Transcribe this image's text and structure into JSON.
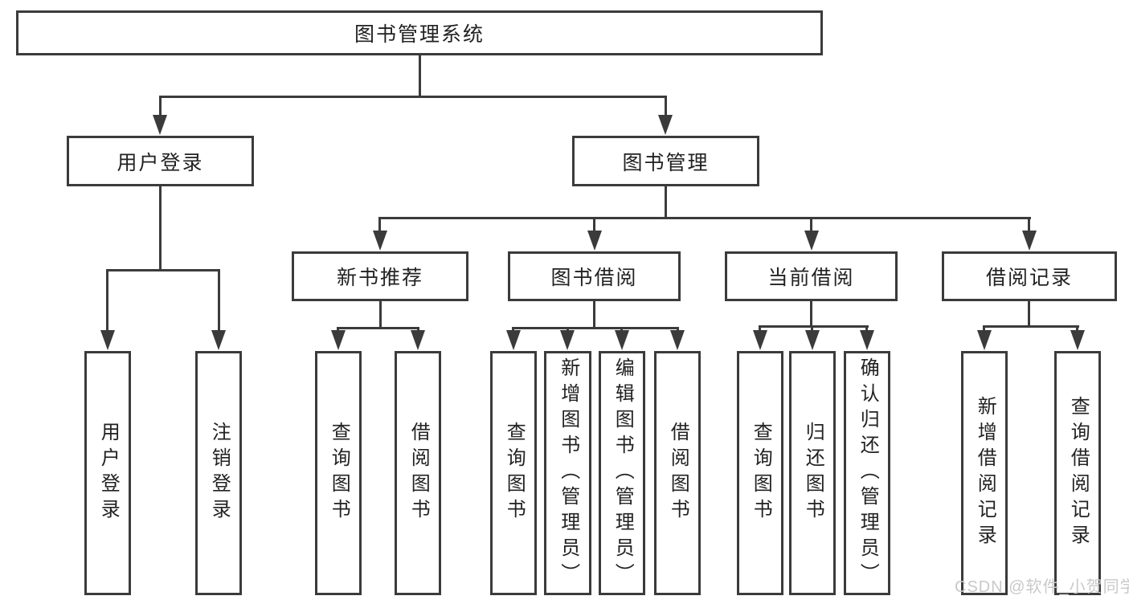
{
  "diagram": {
    "title_node": {
      "label": "图书管理系统"
    },
    "level2": [
      {
        "label": "用户登录"
      },
      {
        "label": "图书管理"
      }
    ],
    "level3": [
      {
        "label": "新书推荐"
      },
      {
        "label": "图书借阅"
      },
      {
        "label": "当前借阅"
      },
      {
        "label": "借阅记录"
      }
    ],
    "leaves": {
      "user_login": [
        "用户登录",
        "注销登录"
      ],
      "new_book_rec": [
        "查询图书",
        "借阅图书"
      ],
      "book_borrow": [
        "查询图书",
        "新增图书（管理员）",
        "编辑图书（管理员）",
        "借阅图书"
      ],
      "current_borrow": [
        "查询图书",
        "归还图书",
        "确认归还（管理员）"
      ],
      "borrow_record": [
        "新增借阅记录",
        "查询借阅记录"
      ]
    }
  },
  "colors": {
    "line": "#3b3b3b",
    "text": "#222222",
    "watermark_text": "#c9c9c9"
  },
  "watermark": {
    "text": "CSDN @软件_小贺同学"
  }
}
